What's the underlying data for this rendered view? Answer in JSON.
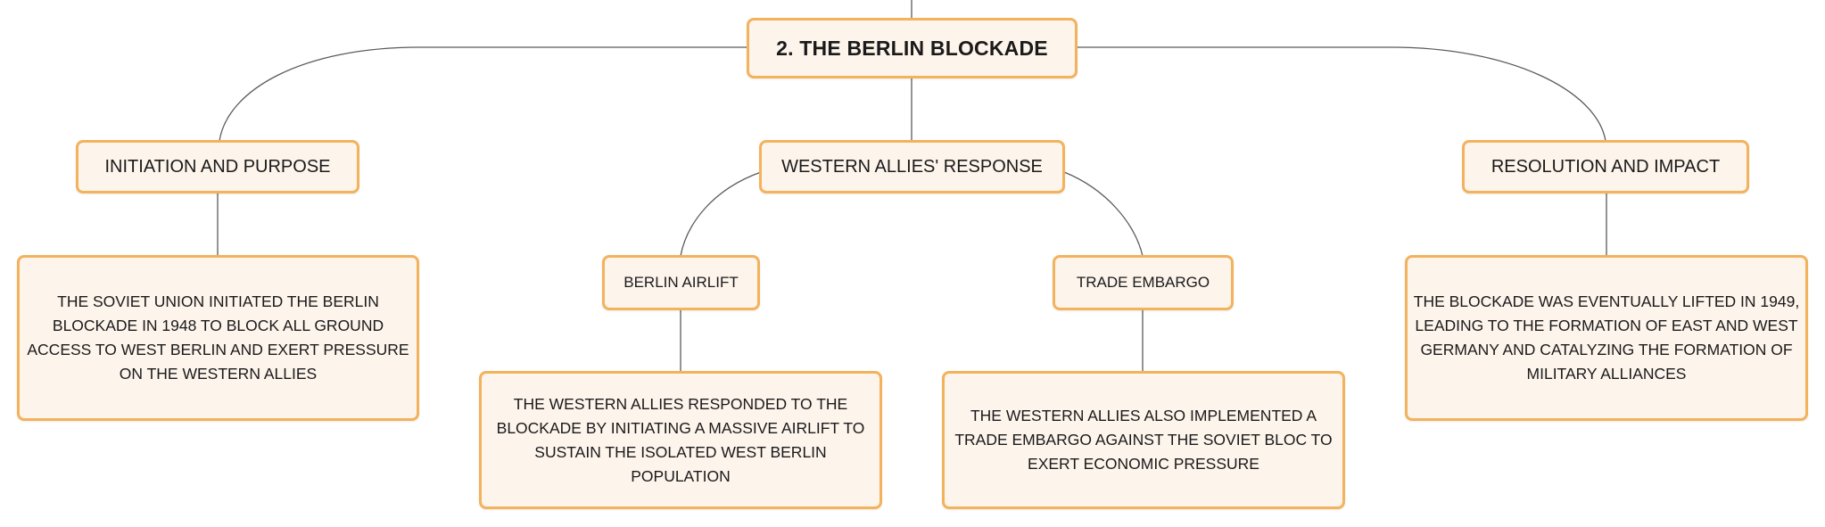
{
  "diagram": {
    "root": {
      "label": "2. THE BERLIN BLOCKADE"
    },
    "topics": [
      {
        "label": "INITIATION AND PURPOSE",
        "detail": "THE SOVIET UNION INITIATED THE BERLIN BLOCKADE IN 1948 TO BLOCK ALL GROUND ACCESS TO WEST BERLIN AND EXERT PRESSURE ON THE WESTERN ALLIES"
      },
      {
        "label": "WESTERN ALLIES' RESPONSE",
        "subtopics": [
          {
            "label": "BERLIN AIRLIFT",
            "detail": "THE WESTERN ALLIES RESPONDED TO THE BLOCKADE BY INITIATING A MASSIVE AIRLIFT TO SUSTAIN THE ISOLATED WEST BERLIN POPULATION"
          },
          {
            "label": "TRADE EMBARGO",
            "detail": "THE WESTERN ALLIES ALSO IMPLEMENTED A TRADE EMBARGO AGAINST THE SOVIET BLOC TO EXERT ECONOMIC PRESSURE"
          }
        ]
      },
      {
        "label": "RESOLUTION AND IMPACT",
        "detail": "THE BLOCKADE WAS EVENTUALLY LIFTED IN 1949, LEADING TO THE FORMATION OF EAST AND WEST GERMANY AND CATALYZING THE FORMATION OF MILITARY ALLIANCES"
      }
    ]
  },
  "colors": {
    "node_fill": "#fdf4ec",
    "node_border": "#f3b25c",
    "connector": "#5a5a5a",
    "text": "#1a1a1a"
  }
}
